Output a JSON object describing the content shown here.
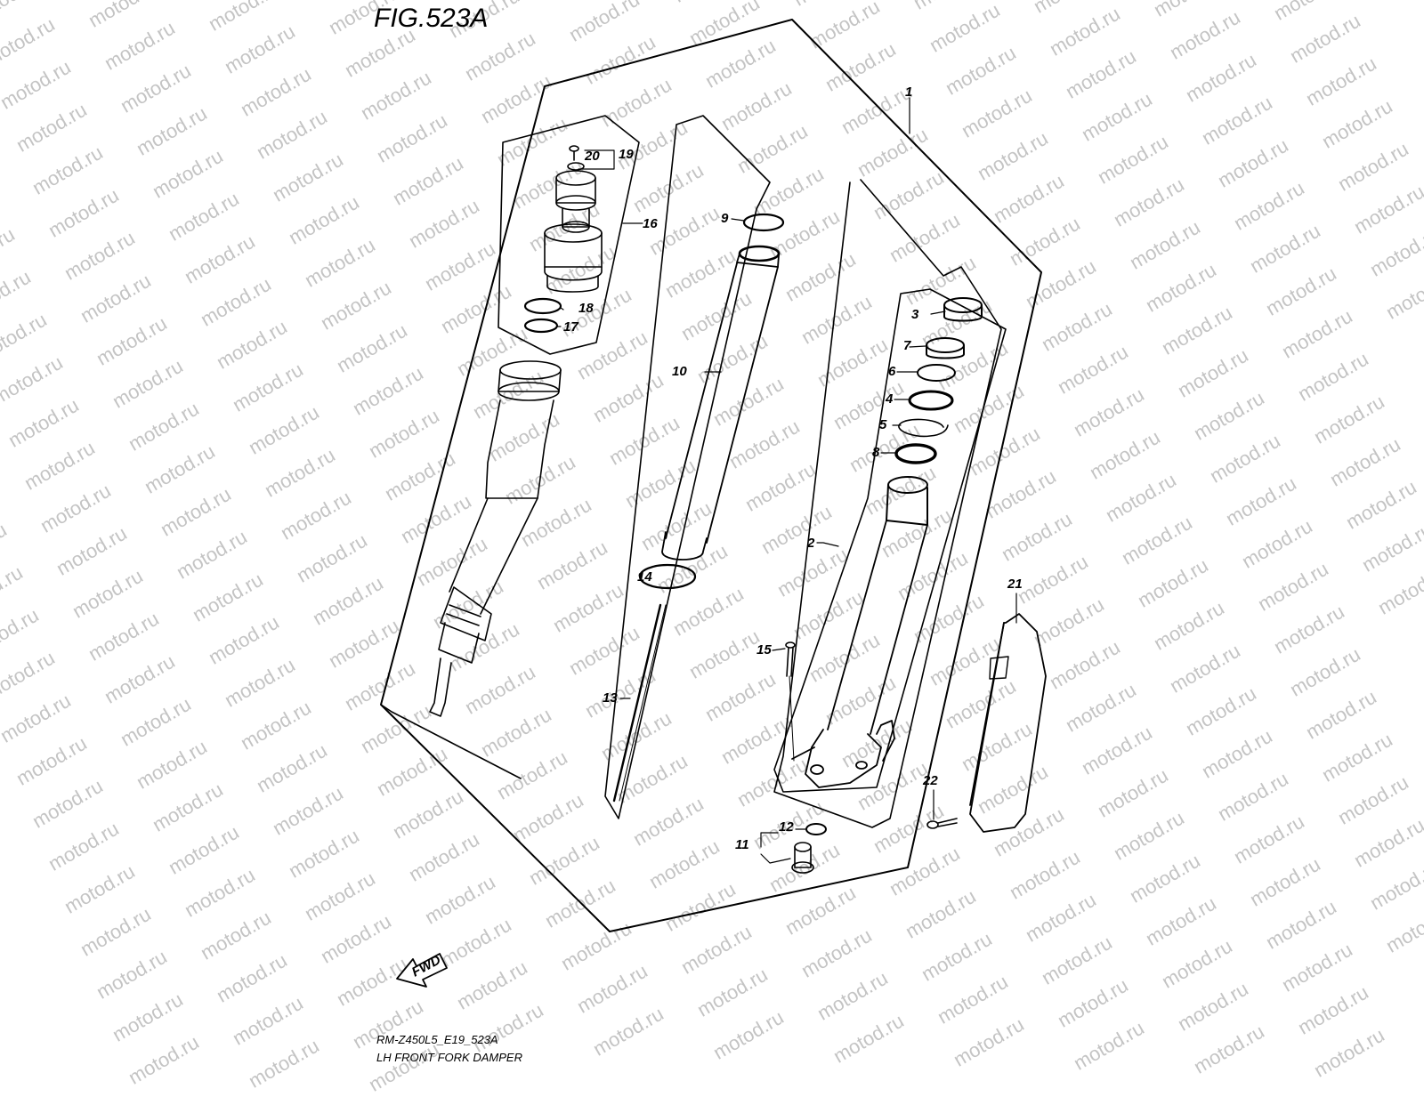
{
  "figure": {
    "title": "FIG.523A",
    "model_code": "RM-Z450L5_E19_523A",
    "caption": "LH FRONT FORK DAMPER",
    "direction_badge": "FWD",
    "watermark": "motod.ru"
  },
  "callouts": [
    {
      "id": "part-1",
      "label": "1"
    },
    {
      "id": "part-2",
      "label": "2"
    },
    {
      "id": "part-3",
      "label": "3"
    },
    {
      "id": "part-4",
      "label": "4"
    },
    {
      "id": "part-5",
      "label": "5"
    },
    {
      "id": "part-6",
      "label": "6"
    },
    {
      "id": "part-7",
      "label": "7"
    },
    {
      "id": "part-8",
      "label": "8"
    },
    {
      "id": "part-9",
      "label": "9"
    },
    {
      "id": "part-10",
      "label": "10"
    },
    {
      "id": "part-11",
      "label": "11"
    },
    {
      "id": "part-12",
      "label": "12"
    },
    {
      "id": "part-13",
      "label": "13"
    },
    {
      "id": "part-14",
      "label": "14"
    },
    {
      "id": "part-15",
      "label": "15"
    },
    {
      "id": "part-16",
      "label": "16"
    },
    {
      "id": "part-17",
      "label": "17"
    },
    {
      "id": "part-18",
      "label": "18"
    },
    {
      "id": "part-19",
      "label": "19"
    },
    {
      "id": "part-20",
      "label": "20"
    },
    {
      "id": "part-21",
      "label": "21"
    },
    {
      "id": "part-22",
      "label": "22"
    }
  ],
  "colors": {
    "line": "#000000",
    "watermark": "#c4c4c4",
    "background": "#ffffff"
  }
}
